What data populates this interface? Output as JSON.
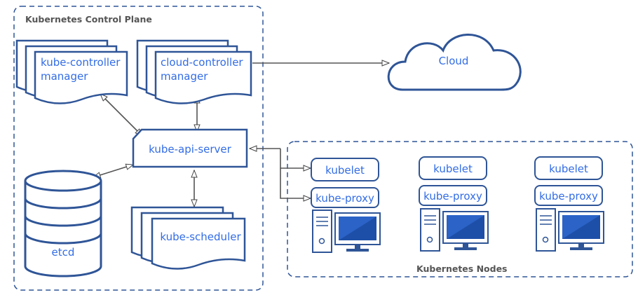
{
  "control_plane": {
    "title": "Kubernetes Control Plane",
    "controller_manager": [
      "kube-controller",
      "manager"
    ],
    "cloud_controller_manager": [
      "cloud-controller",
      "manager"
    ],
    "api_server": "kube-api-server",
    "etcd": "etcd",
    "scheduler": "kube-scheduler"
  },
  "cloud": {
    "label": "Cloud"
  },
  "nodes": {
    "title": "Kubernetes Nodes",
    "items": [
      {
        "kubelet": "kubelet",
        "proxy": "kube-proxy"
      },
      {
        "kubelet": "kubelet",
        "proxy": "kube-proxy"
      },
      {
        "kubelet": "kubelet",
        "proxy": "kube-proxy"
      }
    ]
  },
  "colors": {
    "primary": "#326ce5",
    "outline": "#2f5597",
    "arrow": "#555555",
    "screen": "#2b63c7"
  }
}
